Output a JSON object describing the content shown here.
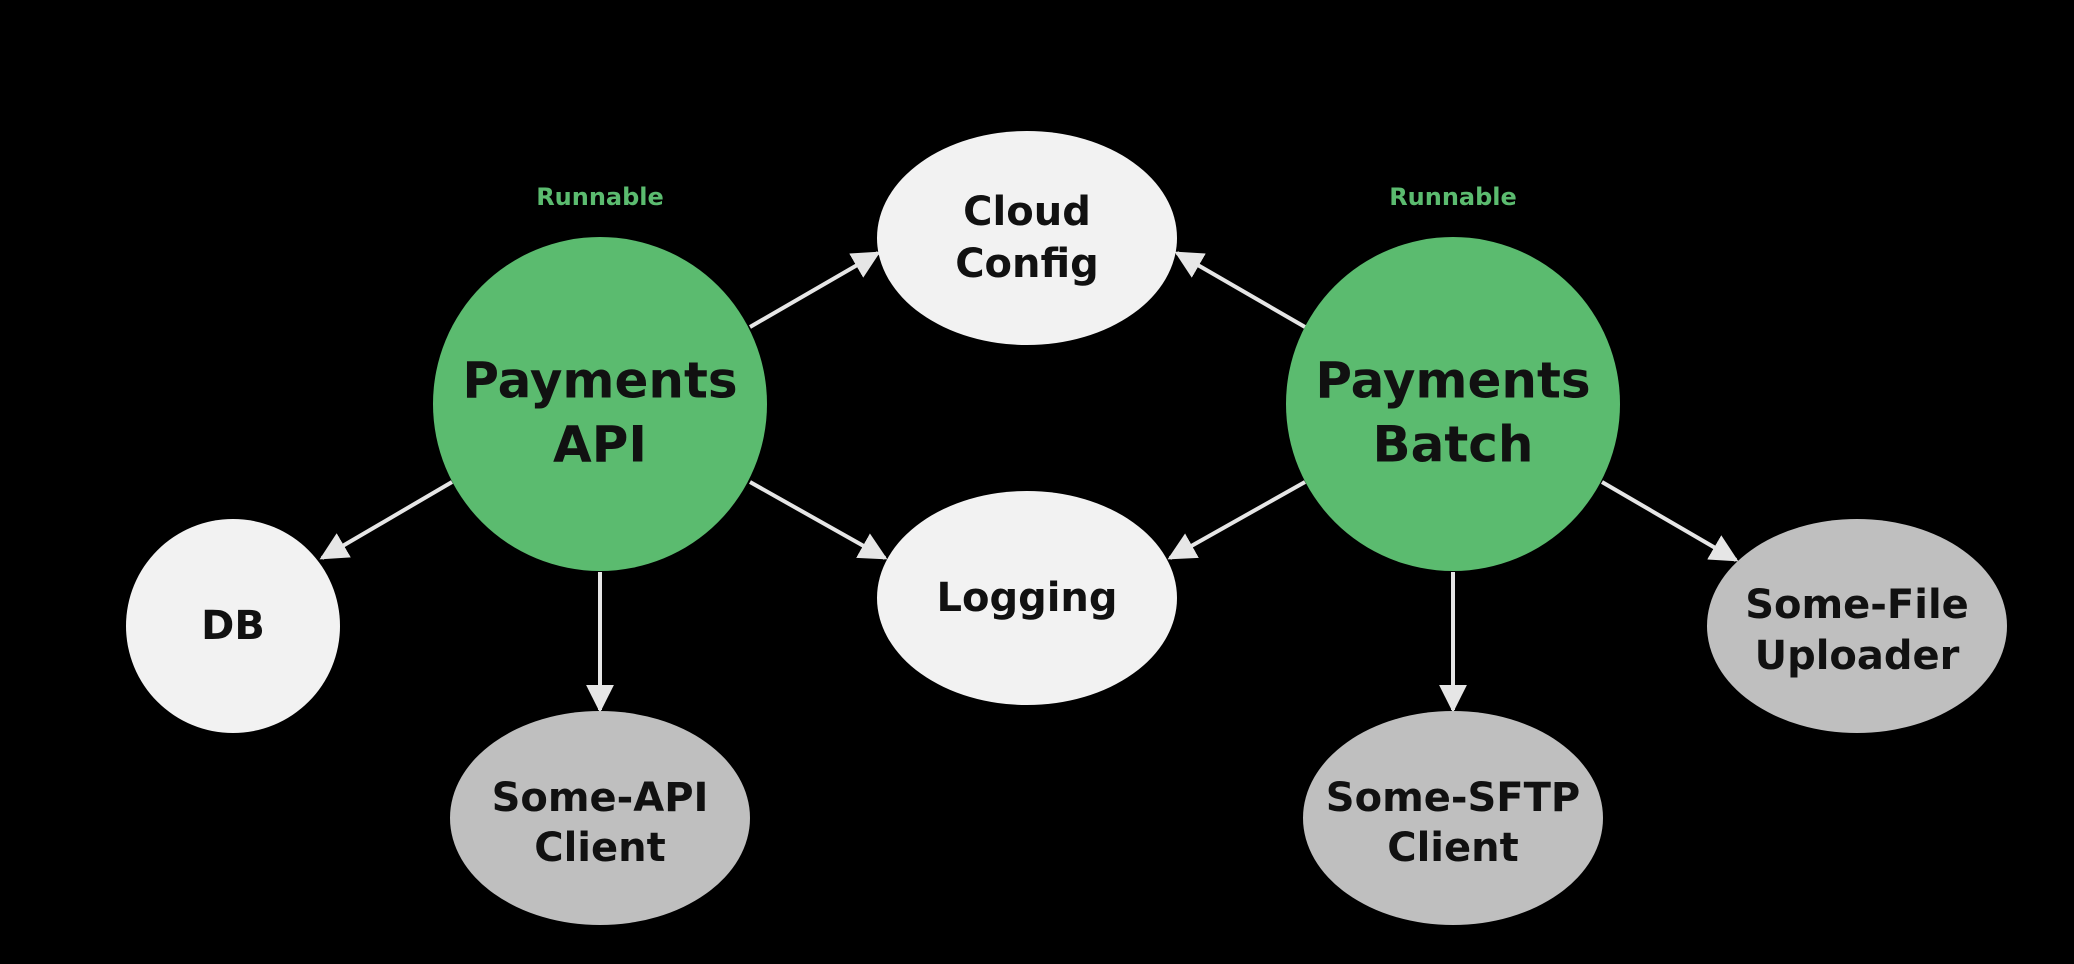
{
  "colors": {
    "background": "#000000",
    "runnable": "#5bbb6f",
    "runnable_text": "#5bbb6f",
    "light_node": "#f2f2f2",
    "gray_node": "#bfbfbf",
    "text": "#111111",
    "edge": "#e6e6e6"
  },
  "badges": {
    "api": "Runnable",
    "batch": "Runnable"
  },
  "nodes": {
    "payments_api": {
      "line1": "Payments",
      "line2": "API"
    },
    "payments_batch": {
      "line1": "Payments",
      "line2": "Batch"
    },
    "cloud_config": {
      "line1": "Cloud",
      "line2": "Config"
    },
    "logging": {
      "line1": "Logging"
    },
    "db": {
      "line1": "DB"
    },
    "some_api_client": {
      "line1": "Some-API",
      "line2": "Client"
    },
    "some_sftp_client": {
      "line1": "Some-SFTP",
      "line2": "Client"
    },
    "some_file_uploader": {
      "line1": "Some-File",
      "line2": "Uploader"
    }
  },
  "edges": [
    {
      "from": "Payments API",
      "to": "Cloud Config"
    },
    {
      "from": "Payments API",
      "to": "Logging"
    },
    {
      "from": "Payments API",
      "to": "DB"
    },
    {
      "from": "Payments API",
      "to": "Some-API Client"
    },
    {
      "from": "Payments Batch",
      "to": "Cloud Config"
    },
    {
      "from": "Payments Batch",
      "to": "Logging"
    },
    {
      "from": "Payments Batch",
      "to": "Some-SFTP Client"
    },
    {
      "from": "Payments Batch",
      "to": "Some-File Uploader"
    }
  ]
}
